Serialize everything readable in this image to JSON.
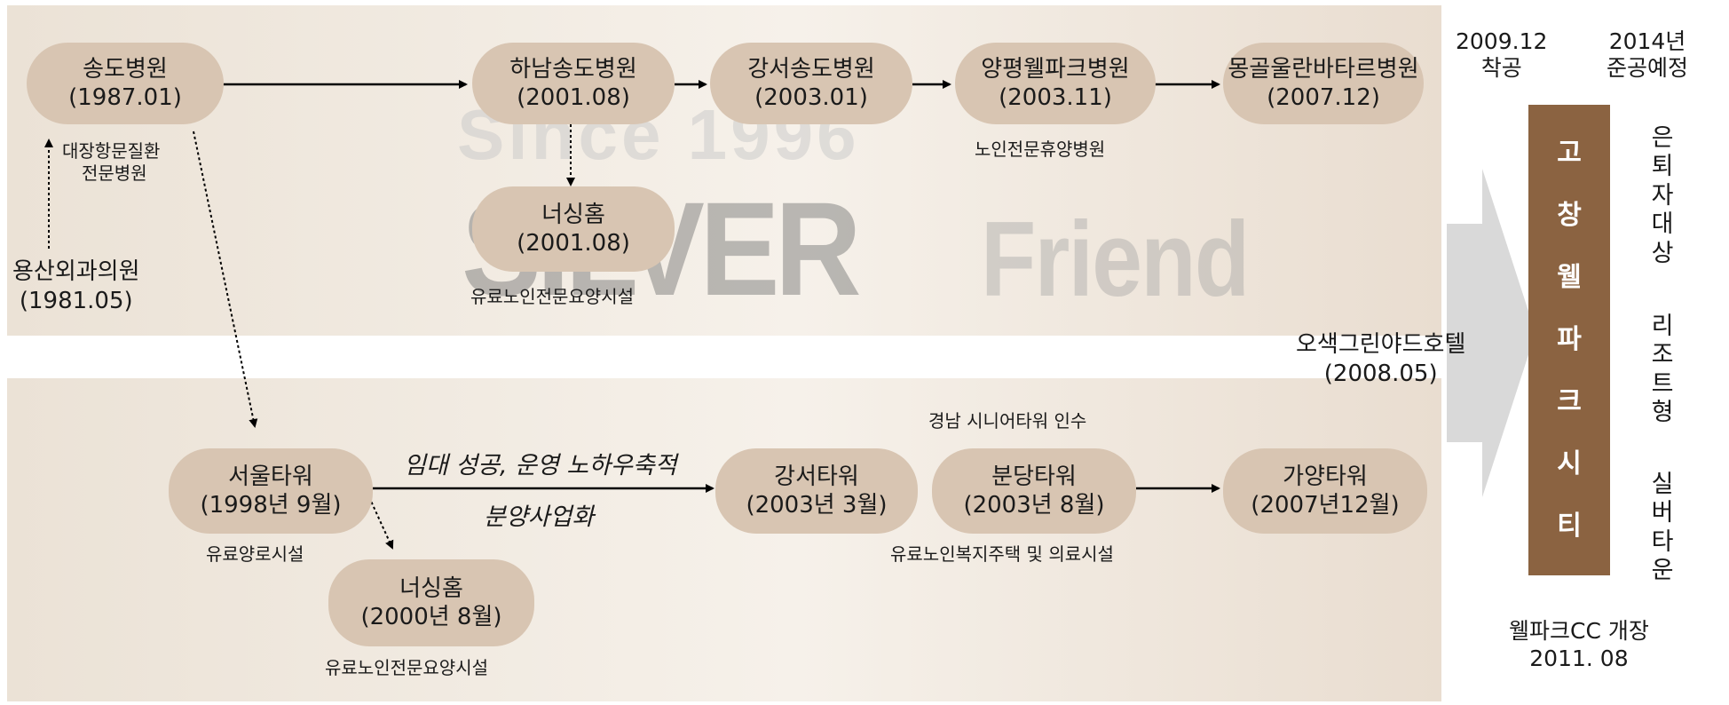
{
  "watermark": {
    "since": "Since 1996",
    "silver": "SILVER",
    "friend": "Friend"
  },
  "nodes": {
    "songdo": {
      "name": "송도병원",
      "date": "(1987.01)"
    },
    "hanam": {
      "name": "하남송도병원",
      "date": "(2001.08)"
    },
    "gangseo_hosp": {
      "name": "강서송도병원",
      "date": "(2003.01)"
    },
    "yangpyeong": {
      "name": "양평웰파크병원",
      "date": "(2003.11)"
    },
    "mongol": {
      "name": "몽골울란바타르병원",
      "date": "(2007.12)"
    },
    "nursing_top": {
      "name": "너싱홈",
      "date": "(2001.08)"
    },
    "seoul_tower": {
      "name": "서울타워",
      "date": "(1998년 9월)"
    },
    "nursing_bottom": {
      "name": "너싱홈",
      "date": "(2000년 8월)"
    },
    "gangseo_tower": {
      "name": "강서타워",
      "date": "(2003년 3월)"
    },
    "bundang": {
      "name": "분당타워",
      "date": "(2003년 8월)"
    },
    "gayang": {
      "name": "가양타워",
      "date": "(2007년12월)"
    }
  },
  "labels": {
    "songdo_desc": [
      "대장항문질환",
      "전문병원"
    ],
    "yongsan": [
      "용산외과의원",
      "(1981.05)"
    ],
    "yangpyeong_desc": "노인전문휴양병원",
    "nursing_top_desc": "유료노인전문요양시설",
    "seoul_tower_desc": "유료양로시설",
    "nursing_bottom_desc": "유료노인전문요양시설",
    "bundang_top": "경남 시니어타워 인수",
    "bundang_desc": "유료노인복지주택 및 의료시설",
    "italic_line1": "임대 성공, 운영 노하우축적",
    "italic_line2": "분양사업화",
    "hotel": [
      "오색그린야드호텔",
      "(2008.05)"
    ],
    "start": [
      "2009.12",
      "착공"
    ],
    "finish": [
      "2014년",
      "준공예정"
    ],
    "cc_open": [
      "웰파크CC 개장",
      "2011. 08"
    ]
  },
  "project_name_chars": [
    "고",
    "창",
    "웰",
    "파",
    "크",
    "시",
    "티"
  ],
  "side_text": {
    "group1": [
      "은",
      "퇴",
      "자",
      "대",
      "상"
    ],
    "group2": [
      "리",
      "조",
      "트",
      "형"
    ],
    "group3": [
      "실",
      "버",
      "타",
      "운"
    ]
  },
  "colors": {
    "node_fill": "#d8c5b2",
    "project_box": "#8b6341",
    "big_arrow": "#d9d9d9",
    "panel_bg": "#efe7dd"
  }
}
